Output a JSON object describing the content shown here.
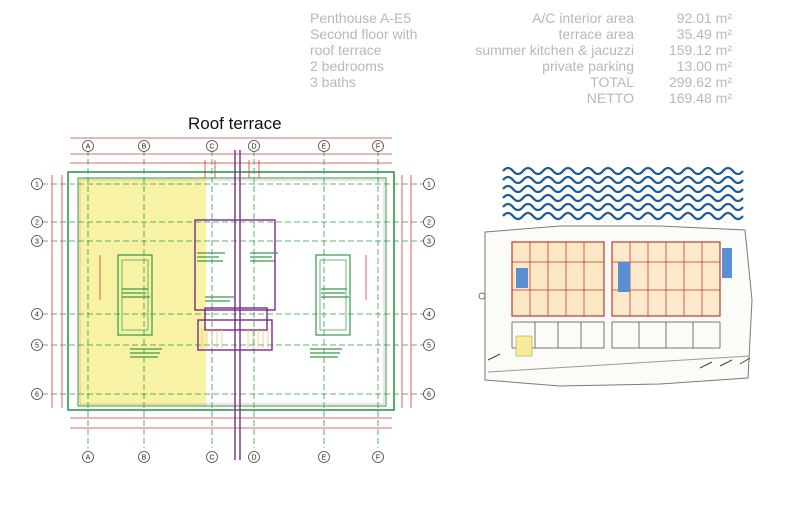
{
  "property": {
    "lines": [
      "Penthouse A-E5",
      "Second floor with",
      "roof terrace",
      "2 bedrooms",
      "3 baths"
    ]
  },
  "areas": [
    {
      "label": "A/C interior area",
      "value": "92.01 m²"
    },
    {
      "label": "terrace area",
      "value": "35.49 m²"
    },
    {
      "label": "summer kitchen & jacuzzi",
      "value": "159.12 m²"
    },
    {
      "label": "private parking",
      "value": "13.00 m²"
    },
    {
      "label": "TOTAL",
      "value": "299.62 m²"
    },
    {
      "label": "NETTO",
      "value": "169.48 m²"
    }
  ],
  "plan": {
    "title": "Roof terrace",
    "col_labels": [
      "A",
      "B",
      "C",
      "D",
      "E",
      "F"
    ],
    "row_labels": [
      "1",
      "2",
      "3",
      "4",
      "5",
      "6"
    ],
    "colors": {
      "terrace": "#f8f2a4",
      "grid": "#2f9a4d",
      "dims": "#d23a3a",
      "axis": "#7a2a8a"
    }
  }
}
